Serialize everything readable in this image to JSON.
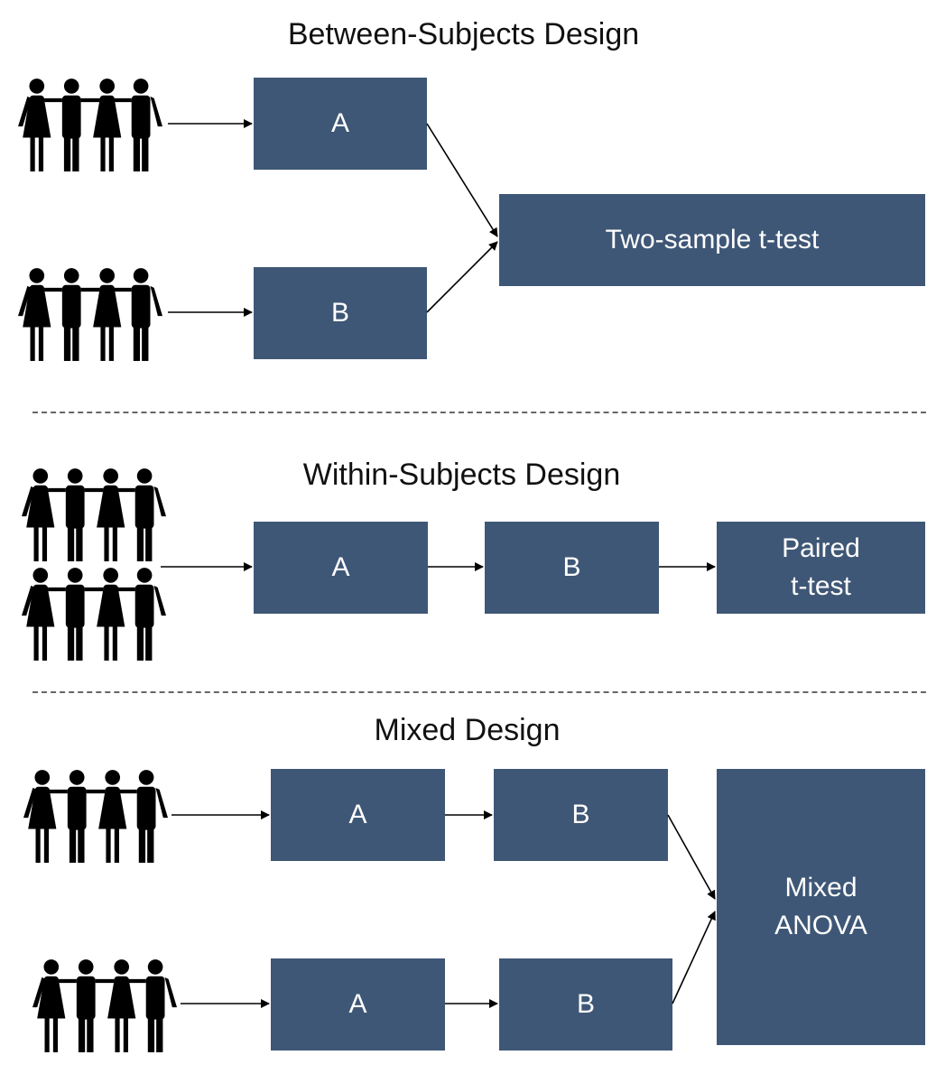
{
  "sections": {
    "between": {
      "title": "Between-Subjects Design",
      "box_a": "A",
      "box_b": "B",
      "test": "Two-sample t-test"
    },
    "within": {
      "title": "Within-Subjects Design",
      "box_a": "A",
      "box_b": "B",
      "test_line1": "Paired",
      "test_line2": "t-test"
    },
    "mixed": {
      "title": "Mixed Design",
      "row1_a": "A",
      "row1_b": "B",
      "row2_a": "A",
      "row2_b": "B",
      "test_line1": "Mixed",
      "test_line2": "ANOVA"
    }
  },
  "colors": {
    "box_fill": "#3f5776",
    "box_text": "#ffffff",
    "figures": "#000000"
  },
  "icons": {
    "group": "people-group-icon"
  }
}
